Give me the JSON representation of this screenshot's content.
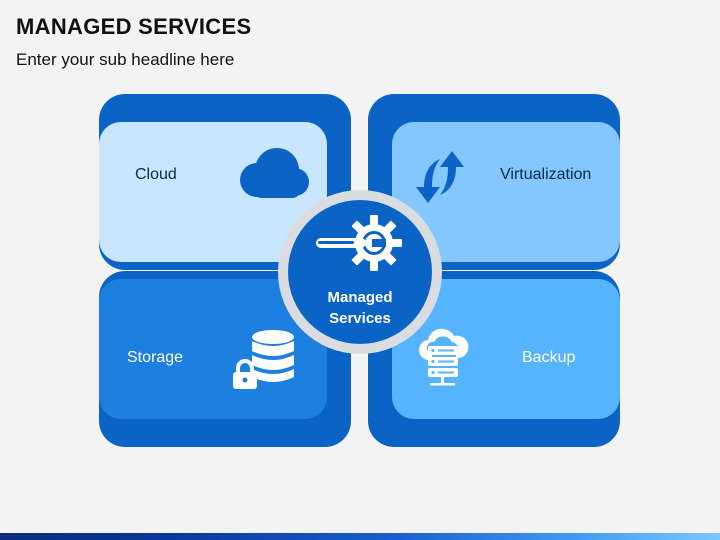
{
  "header": {
    "title": "MANAGED SERVICES",
    "subtitle": "Enter your sub headline here"
  },
  "center": {
    "line1": "Managed",
    "line2": "Services",
    "icon": "gear-wrench-icon"
  },
  "quadrants": {
    "cloud": {
      "label": "Cloud",
      "icon": "cloud-icon",
      "color": "#c8e6ff"
    },
    "virtualization": {
      "label": "Virtualization",
      "icon": "sync-arrows-icon",
      "color": "#84c7ff"
    },
    "storage": {
      "label": "Storage",
      "icon": "database-lock-icon",
      "color": "#1d7fe0"
    },
    "backup": {
      "label": "Backup",
      "icon": "cloud-server-icon",
      "color": "#56b4ff"
    }
  },
  "colors": {
    "primary": "#0b63c5",
    "background": "#f3f3f3"
  }
}
